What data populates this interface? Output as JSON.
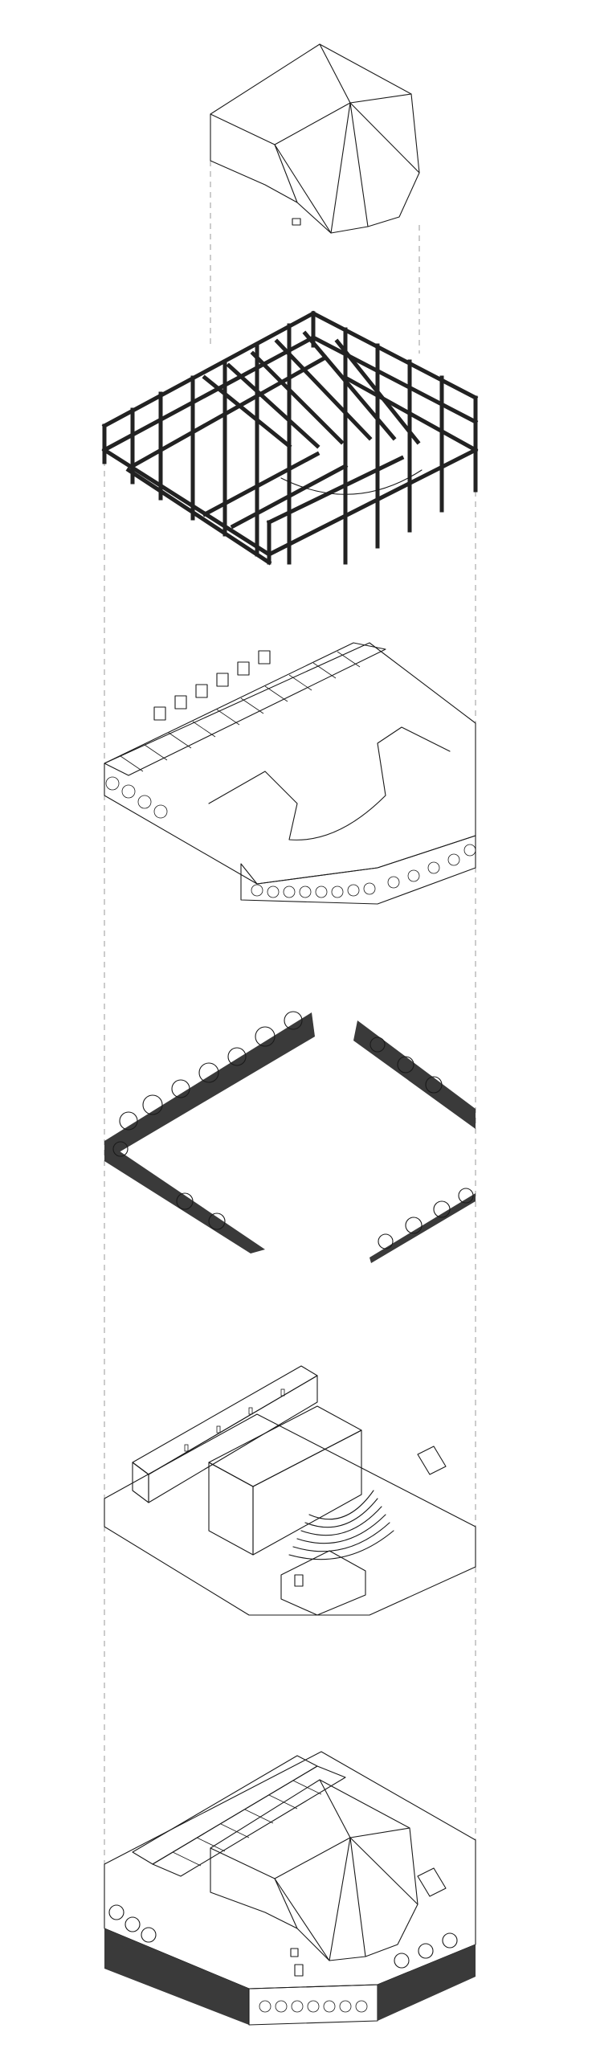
{
  "diagram": {
    "kind": "exploded-axonometric",
    "layers": [
      {
        "id": "roof",
        "order": 1
      },
      {
        "id": "structure",
        "order": 2
      },
      {
        "id": "platform",
        "order": 3
      },
      {
        "id": "rock-walls",
        "order": 4
      },
      {
        "id": "building",
        "order": 5
      },
      {
        "id": "assembly",
        "order": 6
      }
    ]
  },
  "colors": {
    "roof": "#f3e281",
    "line": "#1a1a1a",
    "dark_fill": "#3a3a3a",
    "grey_roof": "#8e8e8e",
    "guide": "#9a9a9a",
    "background": "#ffffff"
  }
}
